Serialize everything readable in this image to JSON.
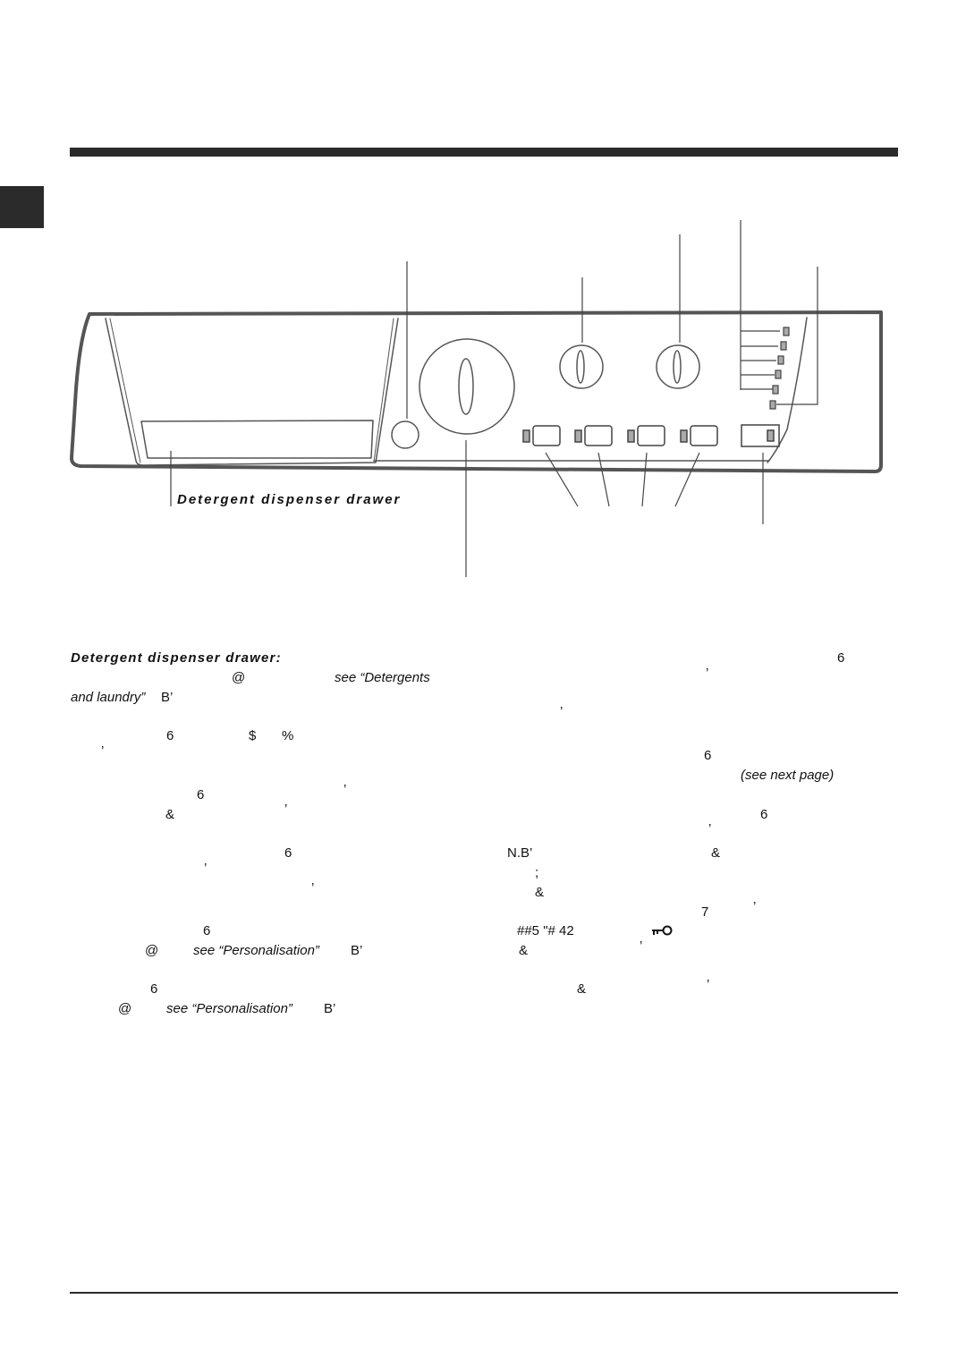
{
  "diagram": {
    "drawer_label": "Detergent dispenser drawer"
  },
  "text": {
    "heading": "Detergent dispenser drawer:",
    "t_6a": "6",
    "t_at1": "@",
    "see_detergents": "see “Detergents",
    "t_apos1": "’",
    "and_laundry": "and laundry”",
    "t_B1": "B’",
    "t_apos2": "’",
    "t_6b": "6",
    "t_dollar": "$",
    "t_percent": "%",
    "t_apos3": "’",
    "t_6c": "6",
    "see_next_page": "(see next page)",
    "t_6d": "6",
    "t_apos4": "’",
    "t_amp1": "&",
    "t_apos5": "’",
    "t_6e": "6",
    "t_apos6": "’",
    "t_6f": "6",
    "nb": "N.B’",
    "t_amp2": "&",
    "t_apos7": "’",
    "t_semicolon": ";",
    "t_apos8": "’",
    "t_amp3": "&",
    "t_7": "7",
    "t_apos9": "’",
    "t_6g": "6",
    "code": "##5 \"# 42",
    "t_at2": "@",
    "see_personalisation1": "see “Personalisation”",
    "t_B2": "B’",
    "t_amp4": "&",
    "t_apos10": "’",
    "t_6h": "6",
    "t_amp5": "&",
    "t_apos11": "’",
    "t_at3": "@",
    "see_personalisation2": "see “Personalisation”",
    "t_B3": "B’"
  }
}
